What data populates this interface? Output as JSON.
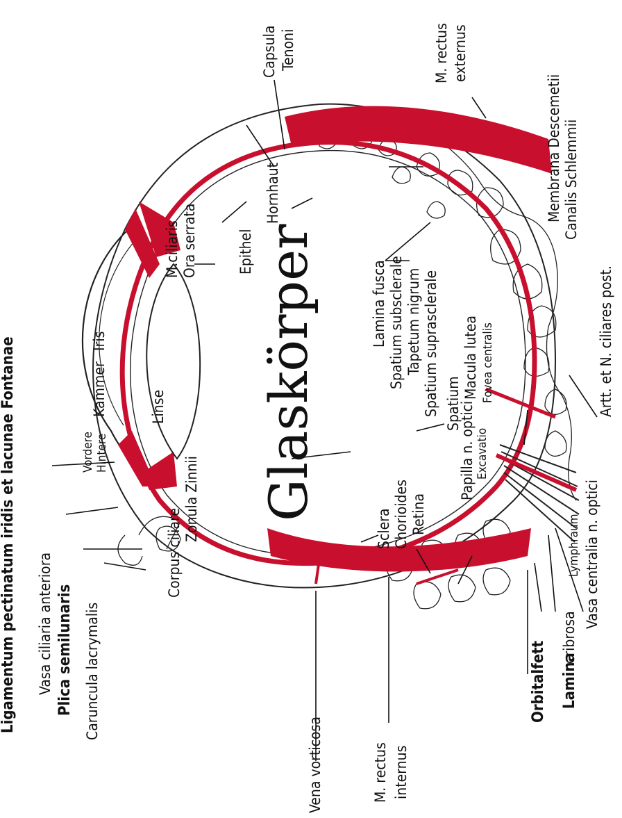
{
  "labels": {
    "ligamentum": "Ligamentum pectinatum iridis et lacunae Fontanae",
    "vasa_ciliaria_anteriora": "Vasa ciliaria anteriora",
    "plica": "Plica semilunaris",
    "caruncula": "Caruncula lacrymalis",
    "epithel": "Epithel",
    "hornhaut": "Hornhaut",
    "membrana": "Membrana Descemetii",
    "canalis": "Canalis Schlemmii",
    "capsula": "Capsula",
    "tenoni": "Tenoni",
    "m_rectus_ext_1": "M. rectus",
    "m_rectus_ext_2": "externus",
    "m_ciliaris": "M.ciliaris",
    "ora_serrata": "Ora serrata",
    "iris": "Iris",
    "kammer": "Kammer",
    "vordere": "Vordere",
    "hintere": "Hintere",
    "linse": "Linse",
    "corpus_ciliare": "Corpus ciliare",
    "zonula": "Zonula Zinnii",
    "glaskorper": "Glaskörper",
    "lamina_fusca": "Lamina fusca",
    "spatium_subsclerale": "Spatium subsclerale",
    "tapetum": "Tapetum nigrum",
    "spatium_suprasclerale": "Spatium suprasclerale",
    "spatium_n_optici": "Spatium",
    "papilla": "Papilla n. optici",
    "excavatio": "Excavatio",
    "macula": "Macula lutea",
    "fovea": "Fovea centralis",
    "sclera": "Sclera",
    "chorioides": "Chorioides",
    "retina": "Retina",
    "art_n_ciliares": "Artt. et N. ciliares post.",
    "lamina_cribrosa_a": "Lamina",
    "lamina_cribrosa_b": "cribrosa",
    "vasa_centralia": "Vasa centralia n. optici",
    "lymphraum": "Lymphraum",
    "orbitalfett": "Orbitalfett",
    "vena_vorticosa": "Vena vorticosa",
    "m_rectus_int_1": "M. rectus",
    "m_rectus_int_2": "internus"
  },
  "colors": {
    "muscle_red": "#c8102e",
    "line": "#111111"
  }
}
